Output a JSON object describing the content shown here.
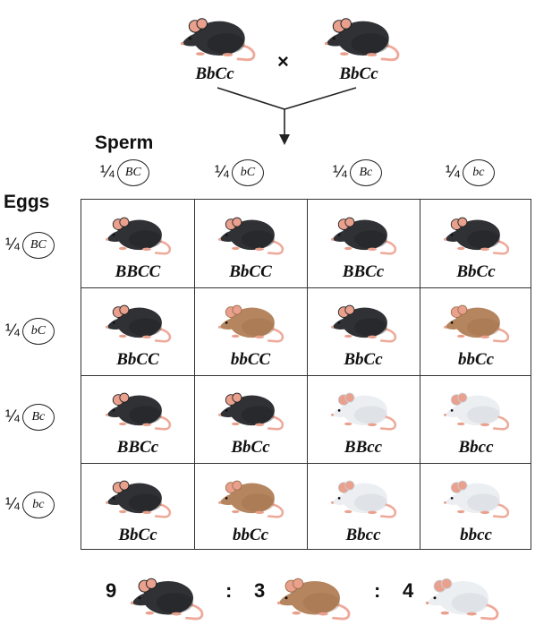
{
  "parents": {
    "left": {
      "genotype": "BbCc",
      "phenotype": "black"
    },
    "cross_symbol": "×",
    "right": {
      "genotype": "BbCc",
      "phenotype": "black"
    }
  },
  "headers": {
    "sperm": "Sperm",
    "eggs": "Eggs"
  },
  "fraction": "¼",
  "sperm": [
    "BC",
    "bC",
    "Bc",
    "bc"
  ],
  "eggs": [
    "BC",
    "bC",
    "Bc",
    "bc"
  ],
  "grid": [
    [
      {
        "genotype": "BBCC",
        "phenotype": "black"
      },
      {
        "genotype": "BbCC",
        "phenotype": "black"
      },
      {
        "genotype": "BBCc",
        "phenotype": "black"
      },
      {
        "genotype": "BbCc",
        "phenotype": "black"
      }
    ],
    [
      {
        "genotype": "BbCC",
        "phenotype": "black"
      },
      {
        "genotype": "bbCC",
        "phenotype": "brown"
      },
      {
        "genotype": "BbCc",
        "phenotype": "black"
      },
      {
        "genotype": "bbCc",
        "phenotype": "brown"
      }
    ],
    [
      {
        "genotype": "BBCc",
        "phenotype": "black"
      },
      {
        "genotype": "BbCc",
        "phenotype": "black"
      },
      {
        "genotype": "BBcc",
        "phenotype": "white"
      },
      {
        "genotype": "Bbcc",
        "phenotype": "white"
      }
    ],
    [
      {
        "genotype": "BbCc",
        "phenotype": "black"
      },
      {
        "genotype": "bbCc",
        "phenotype": "brown"
      },
      {
        "genotype": "Bbcc",
        "phenotype": "white"
      },
      {
        "genotype": "bbcc",
        "phenotype": "white"
      }
    ]
  ],
  "ratio": {
    "black": "9",
    "sep1": ":",
    "brown": "3",
    "sep2": ":",
    "white": "4"
  },
  "colors": {
    "black": "#2f3134",
    "brown": "#b4855e",
    "white": "#eceff2",
    "ear": "#e9a08d",
    "tail": "#efa99a",
    "line": "#333333"
  }
}
